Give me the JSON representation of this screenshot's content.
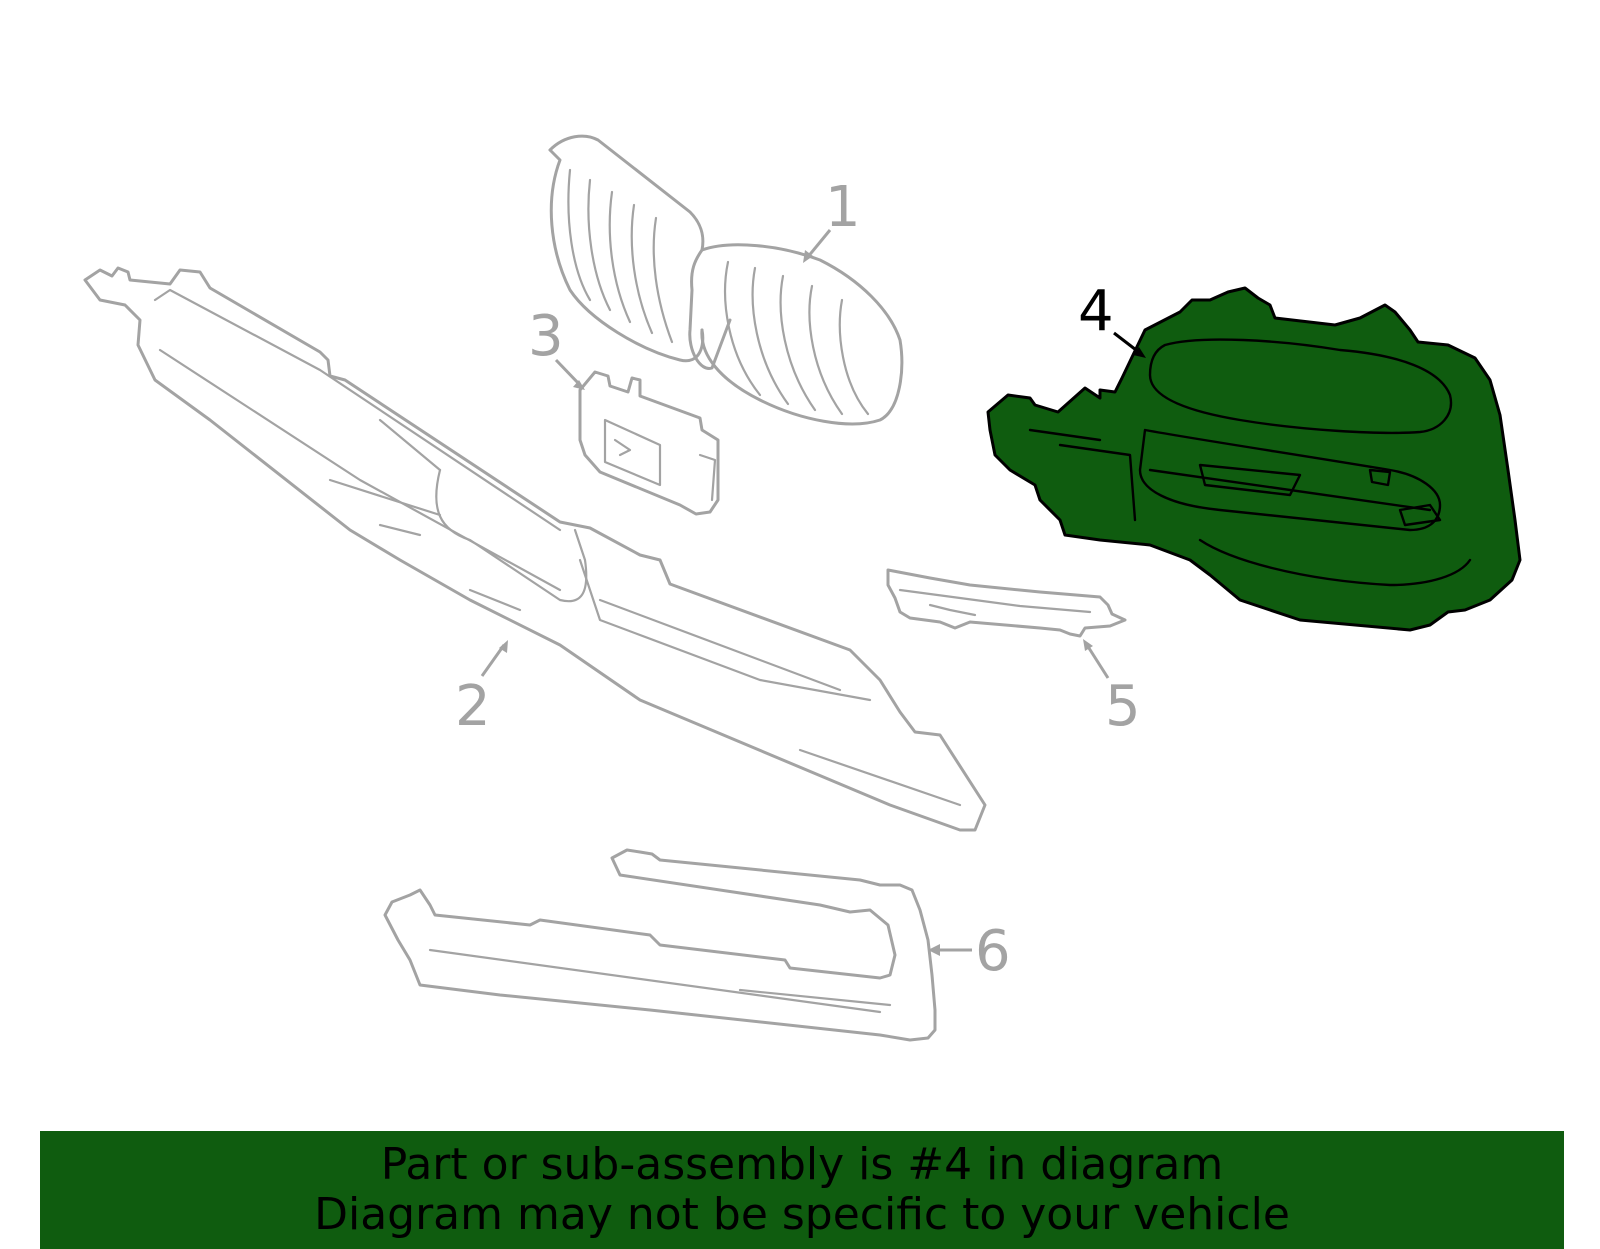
{
  "colors": {
    "highlight_fill": "#0f5c0f",
    "part_stroke": "#a3a3a3",
    "highlight_stroke": "#000000",
    "banner_bg": "#0f5c0f",
    "banner_text": "#000000"
  },
  "callouts": [
    {
      "number": "1",
      "highlighted": false
    },
    {
      "number": "2",
      "highlighted": false
    },
    {
      "number": "3",
      "highlighted": false
    },
    {
      "number": "4",
      "highlighted": true
    },
    {
      "number": "5",
      "highlighted": false
    },
    {
      "number": "6",
      "highlighted": false
    }
  ],
  "banner": {
    "line1": "Part or sub-assembly is #4 in diagram",
    "line2": "Diagram may not be specific to your vehicle"
  }
}
